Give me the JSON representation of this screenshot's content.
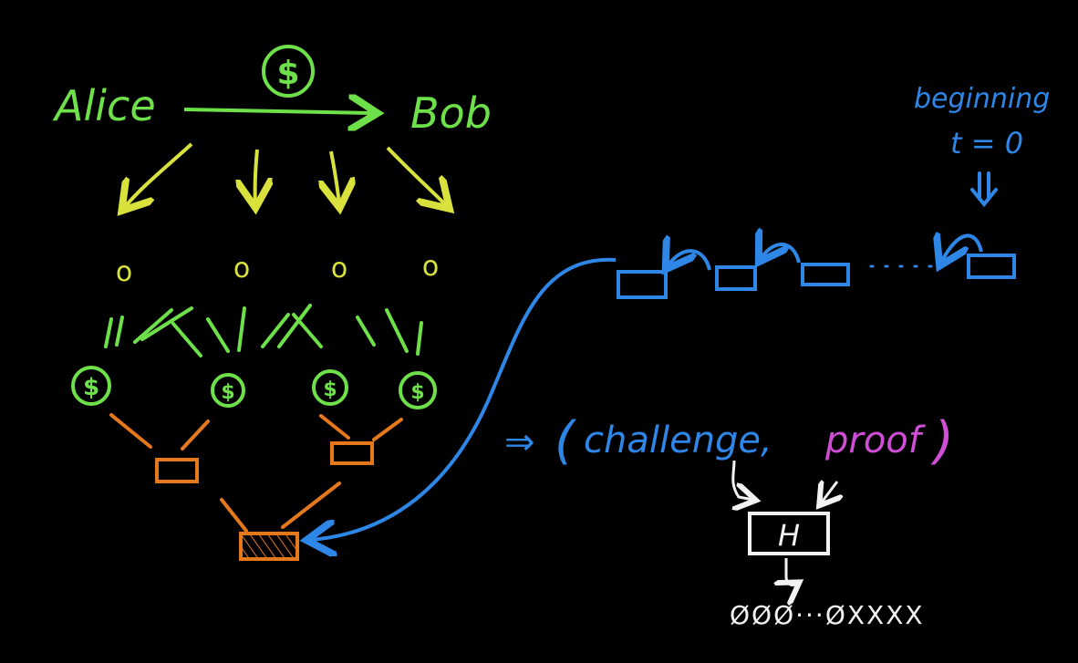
{
  "colors": {
    "background": "#000000",
    "green": "#6ee14a",
    "yellow": "#d9e23c",
    "orange": "#e6781c",
    "blue": "#2e86e6",
    "magenta": "#d04ed6",
    "white": "#f2f2f2"
  },
  "labels": {
    "alice": "Alice",
    "bob": "Bob",
    "coin_symbol": "$",
    "beginning": "beginning",
    "t_zero": "t = 0",
    "implies": "⇒",
    "open_paren": "(",
    "challenge": "challenge,",
    "proof": "proof",
    "close_paren": ")",
    "hash": "H",
    "hash_output": "ØØØ···ØXXXX",
    "node_glyph": "o"
  }
}
